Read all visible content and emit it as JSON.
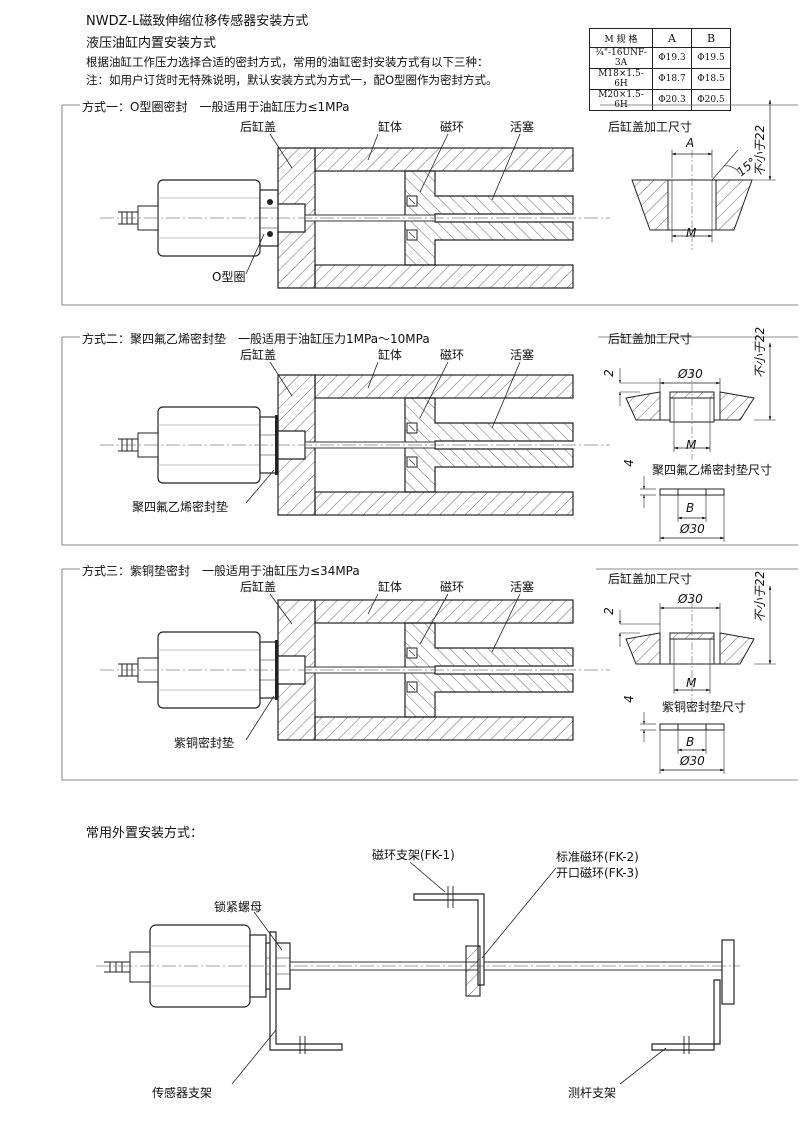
{
  "header": {
    "title1": "NWDZ-L磁致伸缩位移传感器安装方式",
    "title2": "液压油缸内置安装方式",
    "note1": "根据油缸工作压力选择合适的密封方式，常用的油缸密封安装方式有以下三种：",
    "note2": "注：如用户订货时无特殊说明，默认安装方式为方式一，配O型圈作为密封方式。"
  },
  "spec_table": {
    "head": [
      "M 规 格",
      "A",
      "B"
    ],
    "rows": [
      [
        "¾\"-16UNF-3A",
        "Φ19.3",
        "Φ19.5"
      ],
      [
        "M18×1.5-6H",
        "Φ18.7",
        "Φ18.5"
      ],
      [
        "M20×1.5-6H",
        "Φ20.3",
        "Φ20.5"
      ]
    ]
  },
  "method1": {
    "title": "方式一：O型圈密封　一般适用于油缸压力≤1MPa",
    "rear_cap": "后缸盖",
    "cylinder": "缸体",
    "magnet": "磁环",
    "piston": "活塞",
    "seal": "O型圈",
    "detail_title": "后缸盖加工尺寸",
    "dim_a": "A",
    "dim_m": "M",
    "angle": "15°",
    "min_depth": "不小于22"
  },
  "method2": {
    "title": "方式二：聚四氟乙烯密封垫　一般适用于油缸压力1MPa～10MPa",
    "rear_cap": "后缸盖",
    "cylinder": "缸体",
    "magnet": "磁环",
    "piston": "活塞",
    "seal": "聚四氟乙烯密封垫",
    "detail_title": "后缸盖加工尺寸",
    "dia30": "Ø30",
    "dim_m": "M",
    "dim_2": "2",
    "min_depth": "不小于22",
    "gasket_title": "聚四氟乙烯密封垫尺寸",
    "dim_4": "4",
    "dim_b": "B",
    "gasket_dia": "Ø30"
  },
  "method3": {
    "title": "方式三：紫铜垫密封　一般适用于油缸压力≤34MPa",
    "rear_cap": "后缸盖",
    "cylinder": "缸体",
    "magnet": "磁环",
    "piston": "活塞",
    "seal": "紫铜密封垫",
    "detail_title": "后缸盖加工尺寸",
    "dia30": "Ø30",
    "dim_m": "M",
    "dim_2": "2",
    "min_depth": "不小于22",
    "gasket_title": "紫铜密封垫尺寸",
    "dim_4": "4",
    "dim_b": "B",
    "gasket_dia": "Ø30"
  },
  "external": {
    "title": "常用外置安装方式：",
    "ring_bracket": "磁环支架(FK-1)",
    "std_ring": "标准磁环(FK-2)",
    "open_ring": "开口磁环(FK-3)",
    "lock_nut": "锁紧螺母",
    "sensor_bracket": "传感器支架",
    "rod_bracket": "测杆支架"
  }
}
